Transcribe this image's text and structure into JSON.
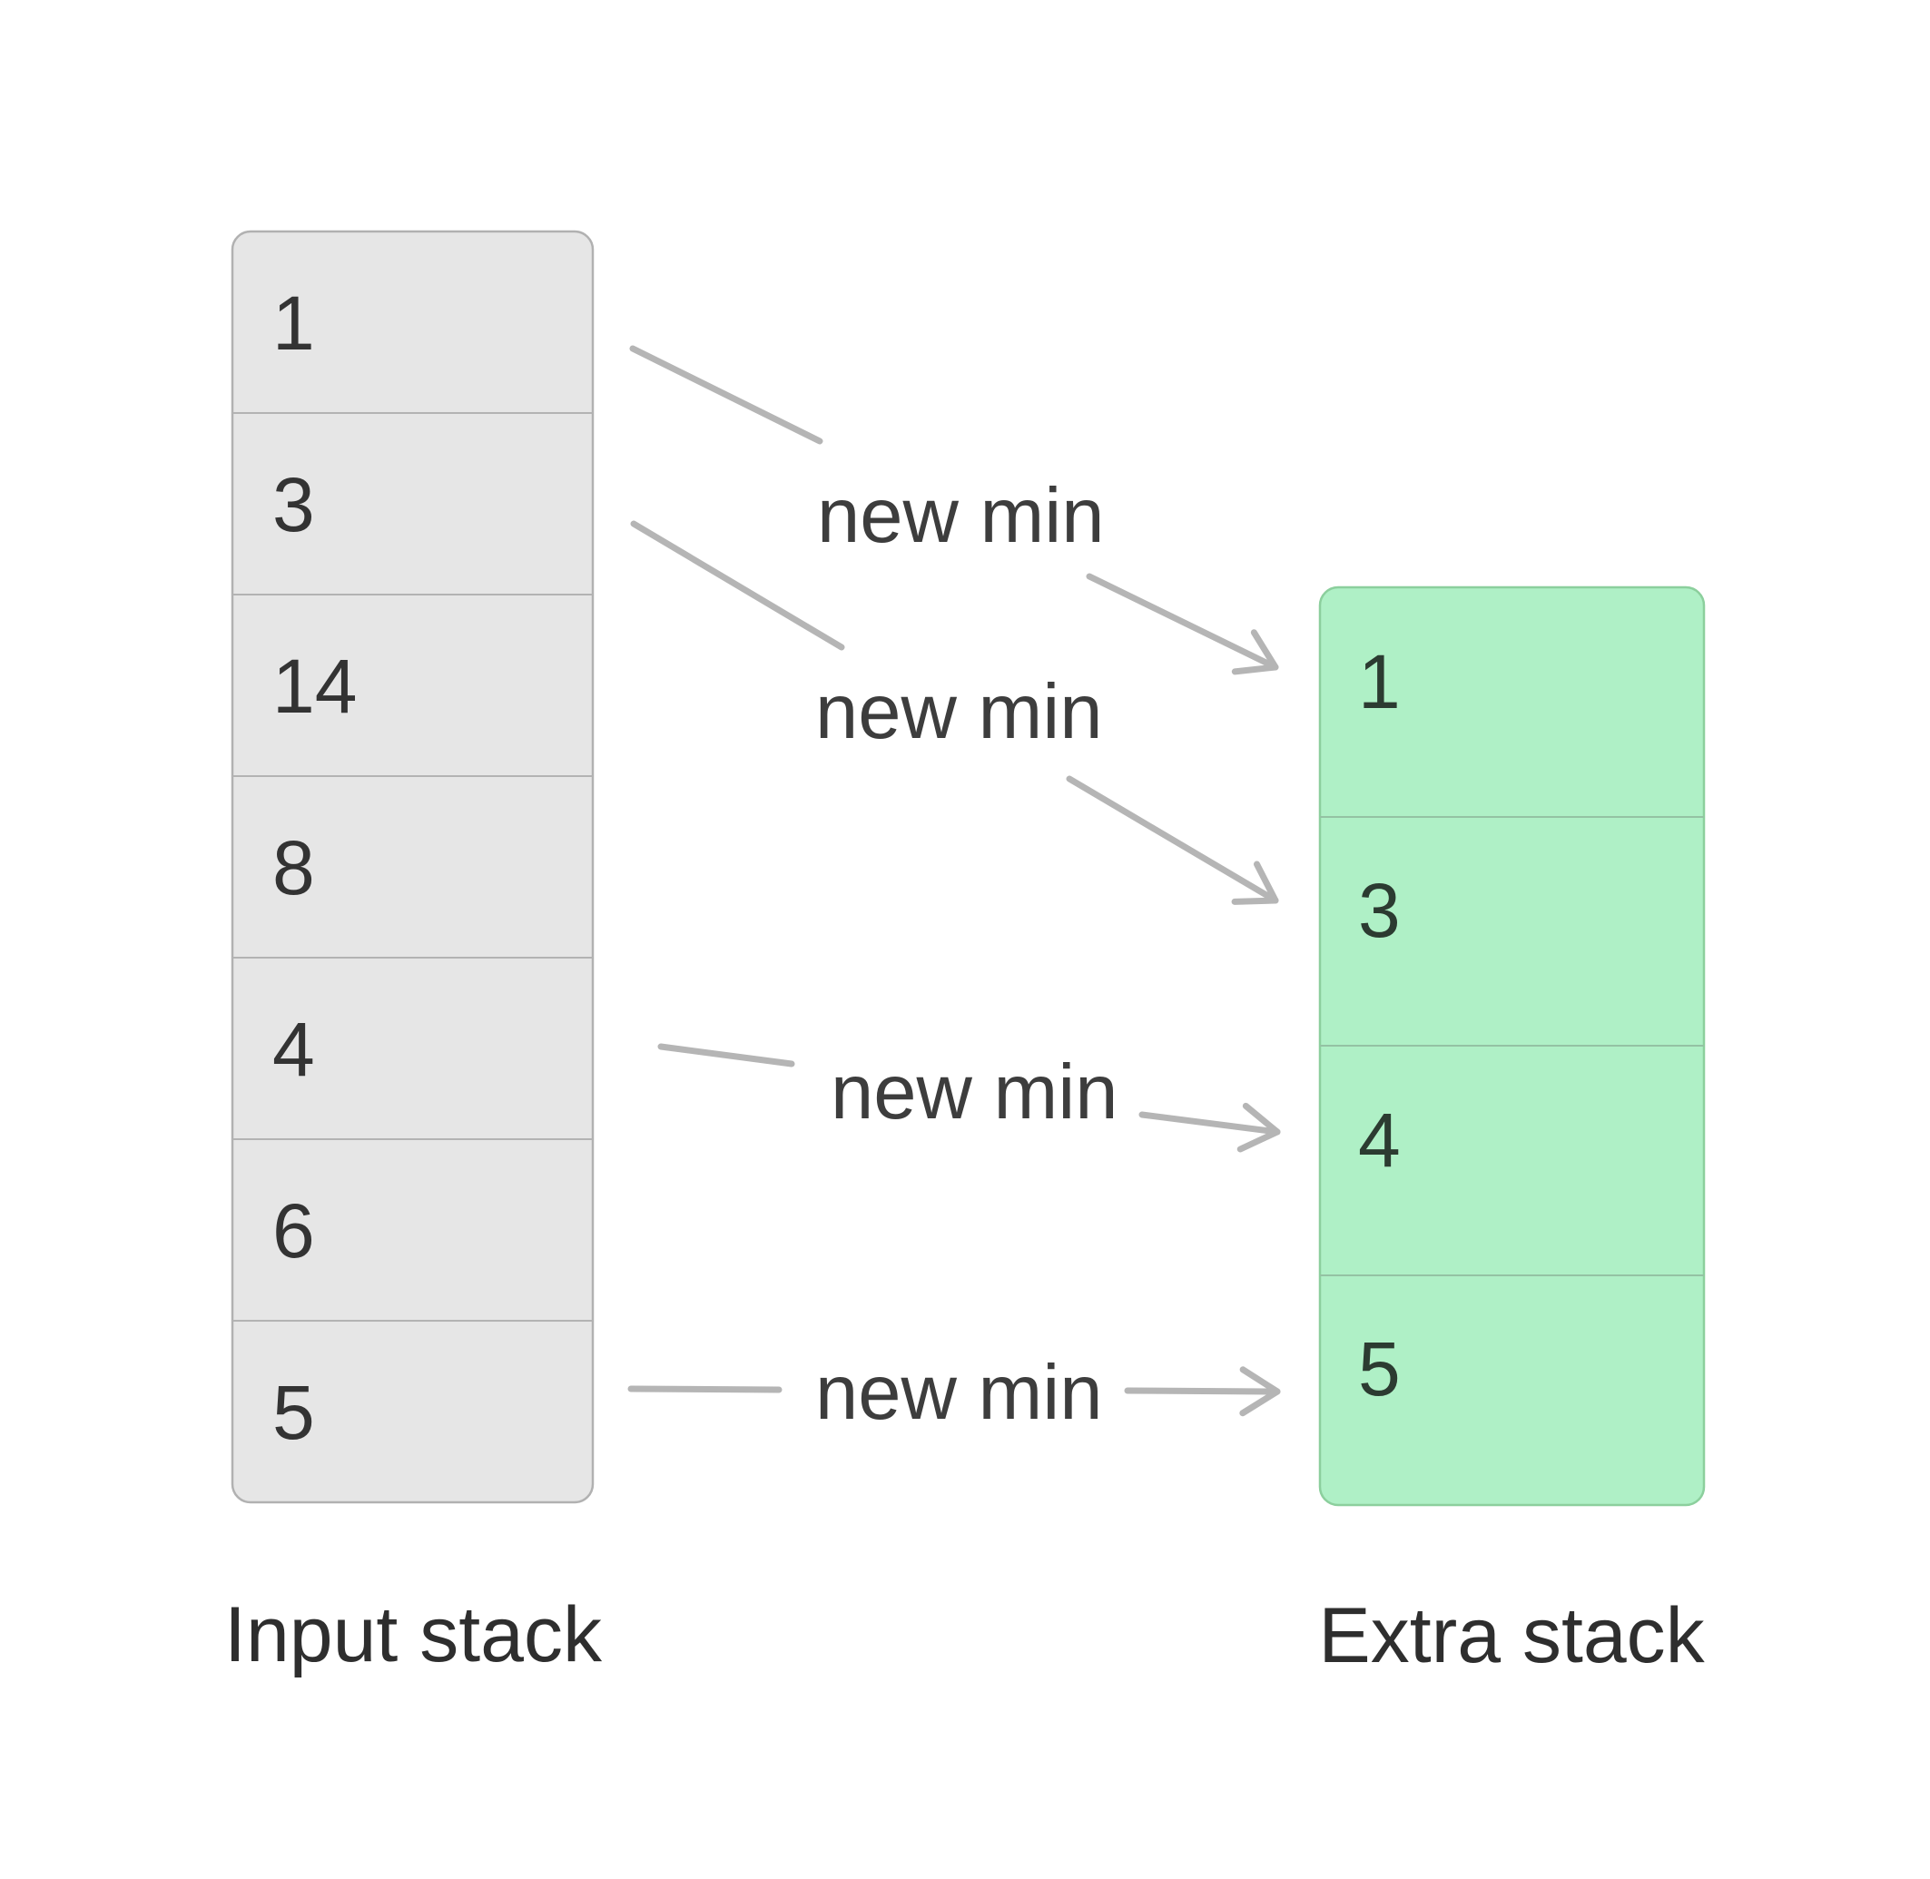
{
  "diagram": {
    "description_visible_text_only": true,
    "input_stack": {
      "label": "Input stack",
      "values": [
        "1",
        "3",
        "14",
        "8",
        "4",
        "6",
        "5"
      ]
    },
    "extra_stack": {
      "label": "Extra stack",
      "values": [
        "1",
        "3",
        "4",
        "5"
      ]
    },
    "connections": [
      {
        "label": "new min",
        "from_input_value": "1",
        "to_extra_value": "1"
      },
      {
        "label": "new min",
        "from_input_value": "3",
        "to_extra_value": "3"
      },
      {
        "label": "new min",
        "from_input_value": "4",
        "to_extra_value": "4"
      },
      {
        "label": "new min",
        "from_input_value": "5",
        "to_extra_value": "5"
      }
    ],
    "colors": {
      "background": "#ffffff",
      "input_stack_fill": "#e6e6e6",
      "input_stack_border": "#b1b1b1",
      "extra_stack_fill": "#aff0c6",
      "extra_stack_border": "#8ccf9d",
      "arrow_gray": "#b5b5b5",
      "text_dark": "#333333",
      "extra_digit_dark_green": "#2c3b31"
    }
  }
}
